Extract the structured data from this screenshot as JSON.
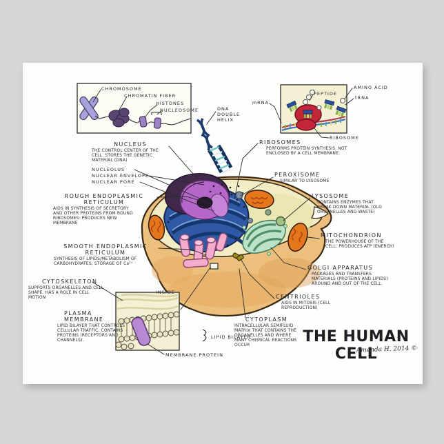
{
  "poster": {
    "title": "THE HUMAN CELL",
    "signature": "Amanda H. 2014 ©"
  },
  "insets": {
    "chromatin": {
      "chromosome": "CHROMOSOME",
      "chromatin_fiber": "CHROMATIN FIBER",
      "histones": "HISTONES",
      "nucleosome": "NUCLEOSOME"
    },
    "dna_label": "DNA DOUBLE HELIX",
    "translation": {
      "mrna": "mRNA",
      "peptide": "PEPTIDE",
      "amino_acid": "AMINO ACID",
      "trna": "tRNA",
      "ribosome": "RIBOSOME"
    },
    "membrane": {
      "inside": "INSIDE",
      "lipid_bilayer": "LIPID BILAYER",
      "membrane_protein": "MEMBRANE PROTEIN"
    }
  },
  "labels": {
    "nucleus": {
      "name": "NUCLEUS",
      "desc": "THE CONTROL CENTER OF THE CELL. STORES THE GENETIC MATERIAL (DNA)"
    },
    "nucleolus": {
      "name": "NUCLEOLUS"
    },
    "nuclear_envelope": {
      "name": "NUCLEAR ENVELOPE"
    },
    "nuclear_pore": {
      "name": "NUCLEAR PORE"
    },
    "ribosomes": {
      "name": "RIBOSOMES",
      "desc": "PERFORMS PROTEIN SYNTHESIS. NOT ENCLOSED BY A CELL MEMBRANE."
    },
    "peroxisome": {
      "name": "PEROXISOME",
      "desc": "SIMILAR TO LYSOSOME"
    },
    "lysosome": {
      "name": "LYSOSOME",
      "desc": "CONTAINS ENZYMES THAT BREAK DOWN MATERIAL (OLD ORGANELLES AND WASTE)"
    },
    "mitochondrion": {
      "name": "MITOCHONDRION",
      "desc": "THE POWERHOUSE OF THE CELL. PRODUCES ATP (ENERGY)"
    },
    "golgi_apparatus": {
      "name": "GOLGI APPARATUS",
      "desc": "PACKAGES AND TRANSFERS MATERIALS (PROTEINS AND LIPIDS) AROUND AND OUT OF THE CELL."
    },
    "centrioles": {
      "name": "CENTRIOLES",
      "desc": "AIDS IN MITOSIS (CELL REPRODUCTION)"
    },
    "cytoplasm": {
      "name": "CYTOPLASM",
      "desc": "INTRACELLULAR SEMIFLUID MATRIX THAT CONTAINS THE ORGANELLES AND WHERE MANY CHEMICAL REACTIONS OCCUR"
    },
    "rough_er": {
      "name": "ROUGH ENDOPLASMIC RETICULUM",
      "desc": "AIDS IN SYNTHESIS OF SECRETORY AND OTHER PROTEINS FROM BOUND RIBOSOMES. PRODUCES NEW MEMBRANE"
    },
    "smooth_er": {
      "name": "SMOOTH ENDOPLASMIC RETICULUM",
      "desc": "SYNTHESIS OF LIPIDS/METABOLISM OF CARBOHYDRATES, STORAGE OF Ca²⁺"
    },
    "cytoskeleton": {
      "name": "CYTOSKELETON",
      "desc": "SUPPORTS ORGANELLES AND CELL SHAPE. HAS A ROLE IN CELL MOTION"
    },
    "plasma_membrane": {
      "name": "PLASMA MEMBRANE",
      "desc": "LIPID BILAYER THAT CONTROLS CELLULAR TRAFFIC. CONTAINS PROTEINS (RECEPTORS AND CHANNELS)."
    }
  },
  "colors": {
    "background": "#d6d6d6",
    "poster": "#fdfdfb",
    "cell_body_tan": "#ecbf7d",
    "cytosol_cream": "#f1ecc4",
    "nucleus_magenta": "#b566c9",
    "chromatin_dark_purple": "#40284a",
    "rough_er_blue": "#2f58a5",
    "smooth_er_pink": "#f3abce",
    "mitochondria_orange": "#e4771c",
    "golgi_green": "#bce3ca",
    "lysosome_green": "#9fc184",
    "dna_navy": "#1d3a6e",
    "ribosome_red": "#c32638",
    "ink": "#2b2b2b"
  }
}
